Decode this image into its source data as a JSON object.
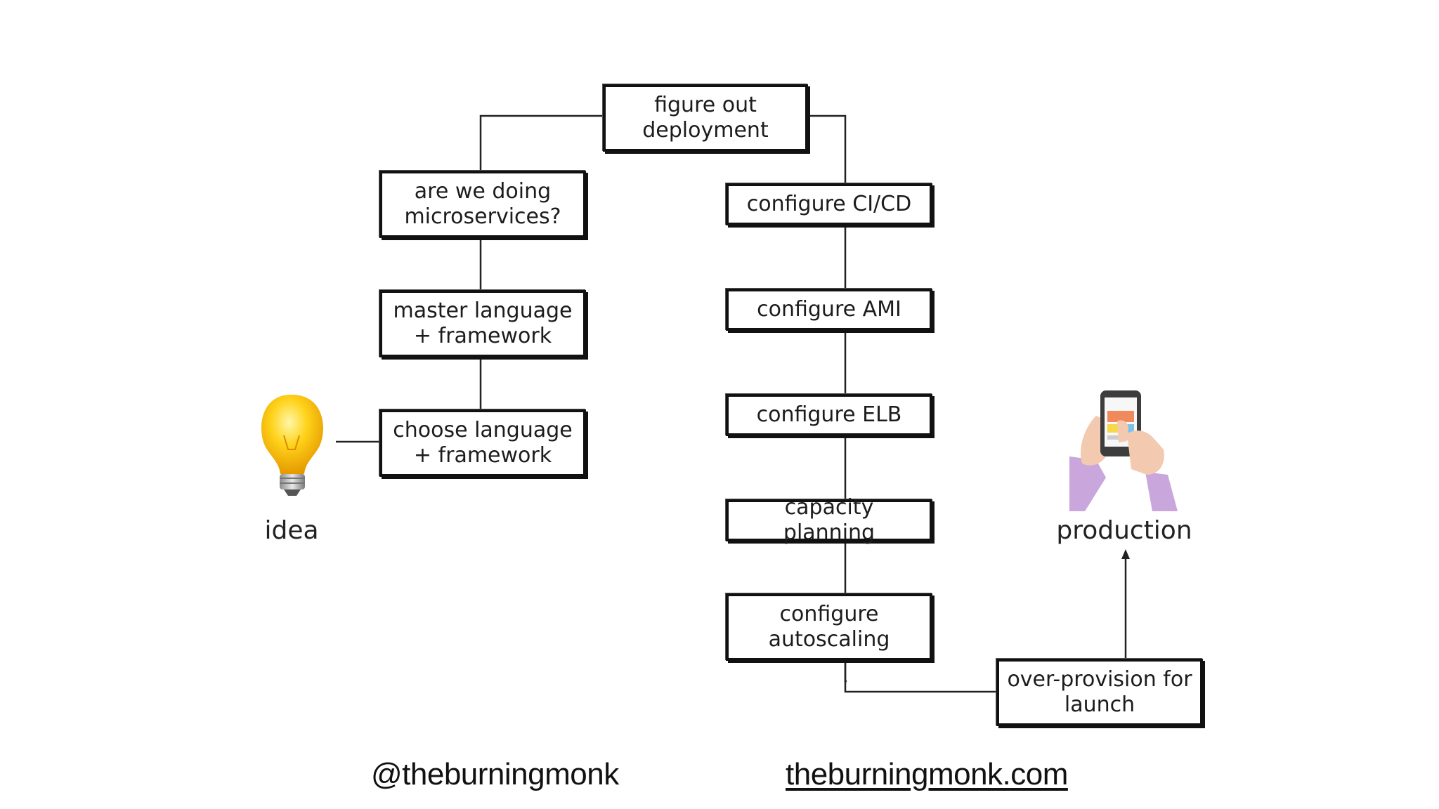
{
  "boxes": {
    "figure_out_deployment": "figure out\ndeployment",
    "are_we_doing_microservices": "are we doing\nmicroservices?",
    "master_language_framework": "master language\n+ framework",
    "choose_language_framework": "choose language\n+ framework",
    "configure_cicd": "configure CI/CD",
    "configure_ami": "configure AMI",
    "configure_elb": "configure ELB",
    "capacity_planning": "capacity planning",
    "configure_autoscaling": "configure\nautoscaling",
    "over_provision_for_launch": "over-provision for\nlaunch"
  },
  "labels": {
    "idea": "idea",
    "production": "production"
  },
  "footer": {
    "handle": "@theburningmonk",
    "website": "theburningmonk.com"
  },
  "icons": {
    "idea": "lightbulb-icon",
    "production": "smartphone-in-hands-icon"
  },
  "colors": {
    "box_border": "#111111",
    "bulb": "#f6c400",
    "sleeve": "#c9a6dc",
    "phone_screen_accent": "#f08a5d"
  }
}
